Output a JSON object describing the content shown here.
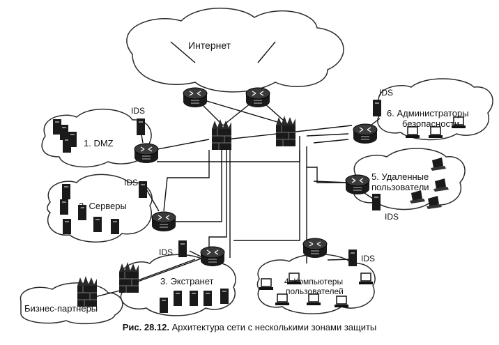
{
  "zones": {
    "internet": "Интернет",
    "dmz": "1. DMZ",
    "servers": "2. Серверы",
    "extranet": "3. Экстранет",
    "computers_line1": "4. Компьютеры",
    "computers_line2": "пользователей",
    "remote_line1": "5. Удаленные",
    "remote_line2": "пользователи",
    "admins_line1": "6. Администраторы",
    "admins_line2": "безопасности",
    "partners": "Бизнес-партнеры"
  },
  "ids_label": "IDS",
  "caption": {
    "number": "Рис. 28.12.",
    "text": "Архитектура сети с несколькими зонами защиты"
  },
  "colors": {
    "device": "#1a1a1a",
    "cloud_stroke": "#2a2a2a",
    "line": "#111111"
  }
}
